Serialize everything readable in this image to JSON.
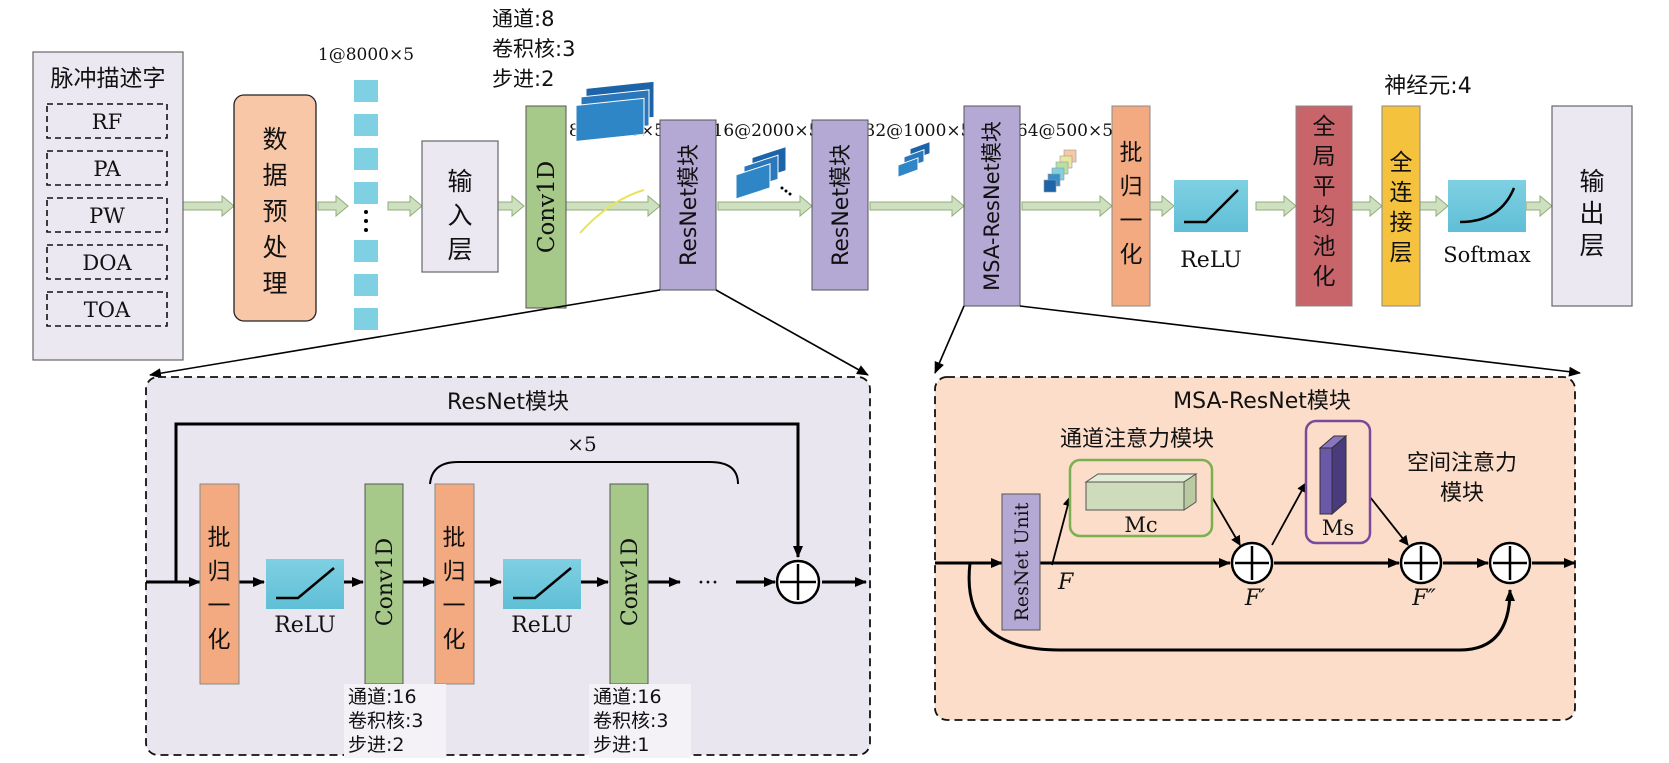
{
  "pulse_descriptor": {
    "title": "脉冲描述字",
    "items": [
      "RF",
      "PA",
      "PW",
      "DOA",
      "TOA"
    ]
  },
  "preprocess": "数据预处理",
  "input_dim": "1@8000×5",
  "input_layer": "输入层",
  "conv1": {
    "label": "Conv1D",
    "params": [
      "通道:8",
      "卷积核:3",
      "步进:2"
    ]
  },
  "feature_dims": [
    "8@4000×5",
    "16@2000×5",
    "32@1000×5",
    "64@500×5"
  ],
  "resnet_block": "ResNet模块",
  "msa_block": "MSA-ResNet模块",
  "batchnorm": "批归一化",
  "relu": "ReLU",
  "gap": "全局平均池化",
  "fc": {
    "label": "全连接层",
    "neurons": "神经元:4"
  },
  "softmax": "Softmax",
  "output_layer": "输出层",
  "resnet_detail": {
    "title": "ResNet模块",
    "repeat": "×5",
    "bn": "批归一化",
    "relu": "ReLU",
    "conv": "Conv1D",
    "ellipsis": "···",
    "conv_a_params": [
      "通道:16",
      "卷积核:3",
      "步进:2"
    ],
    "conv_b_params": [
      "通道:16",
      "卷积核:3",
      "步进:1"
    ]
  },
  "msa_detail": {
    "title": "MSA-ResNet模块",
    "channel_attention": "通道注意力模块",
    "spatial_attention": [
      "空间注意力",
      "模块"
    ],
    "resnet_unit": "ResNet Unit",
    "mc": "Mc",
    "ms": "Ms",
    "f": "F",
    "f_prime": "F′",
    "f_dprime": "F″"
  },
  "colors": {
    "lavender": "#b4a9d4",
    "light_lavender": "#ece8f2",
    "salmon": "#f4aa80",
    "peach": "#f8c7a8",
    "green": "#a6c98a",
    "cyan": "#6cc7dc",
    "red": "#c8656b",
    "yellow": "#f5c23e",
    "panel_lavender": "#e9e6ef",
    "panel_peach": "#fbddc9",
    "arrow_green": "#cfe0c0"
  }
}
